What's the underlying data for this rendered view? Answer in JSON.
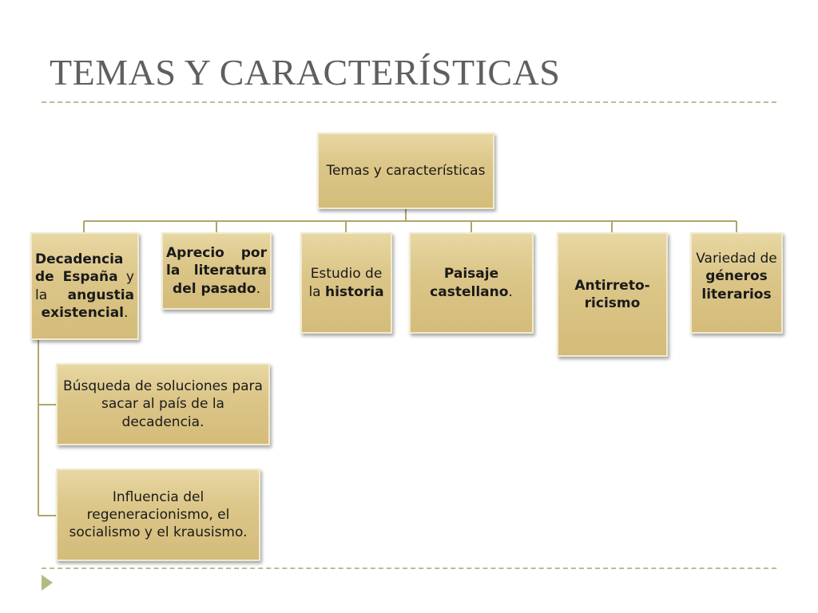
{
  "slide": {
    "title": "TEMAS Y CARACTERÍSTICAS"
  },
  "diagram": {
    "root": "Temas y características",
    "nodes": [
      {
        "id": "decadencia",
        "parts": [
          [
            "Decadencia de España",
            true
          ],
          [
            " y la ",
            false
          ],
          [
            "angustia existencial",
            true
          ],
          [
            ".",
            false
          ]
        ]
      },
      {
        "id": "aprecio",
        "parts": [
          [
            "Aprecio por la literatura del pasado",
            true
          ],
          [
            ".",
            false
          ]
        ]
      },
      {
        "id": "estudio",
        "parts": [
          [
            "Estudio de la ",
            false
          ],
          [
            "historia",
            true
          ]
        ]
      },
      {
        "id": "paisaje",
        "parts": [
          [
            "Paisaje castellano",
            true
          ],
          [
            ".",
            false
          ]
        ]
      },
      {
        "id": "antirreto",
        "parts": [
          [
            "Antirreto-ricismo",
            true
          ]
        ]
      },
      {
        "id": "variedad",
        "parts": [
          [
            "Variedad de ",
            false
          ],
          [
            "géneros literarios",
            true
          ]
        ]
      }
    ],
    "children": [
      {
        "id": "busqueda",
        "text": "Búsqueda de soluciones para sacar al país de la decadencia."
      },
      {
        "id": "influencia",
        "text": "Influencia del regeneracionismo, el socialismo y el krausismo."
      }
    ]
  },
  "colors": {
    "box_fill": "#dcc68a",
    "connector": "#b2a56a",
    "title": "#5f5f5f",
    "dash": "#b9bf90"
  },
  "icons": {
    "bullet": "triangle-arrow-icon"
  }
}
